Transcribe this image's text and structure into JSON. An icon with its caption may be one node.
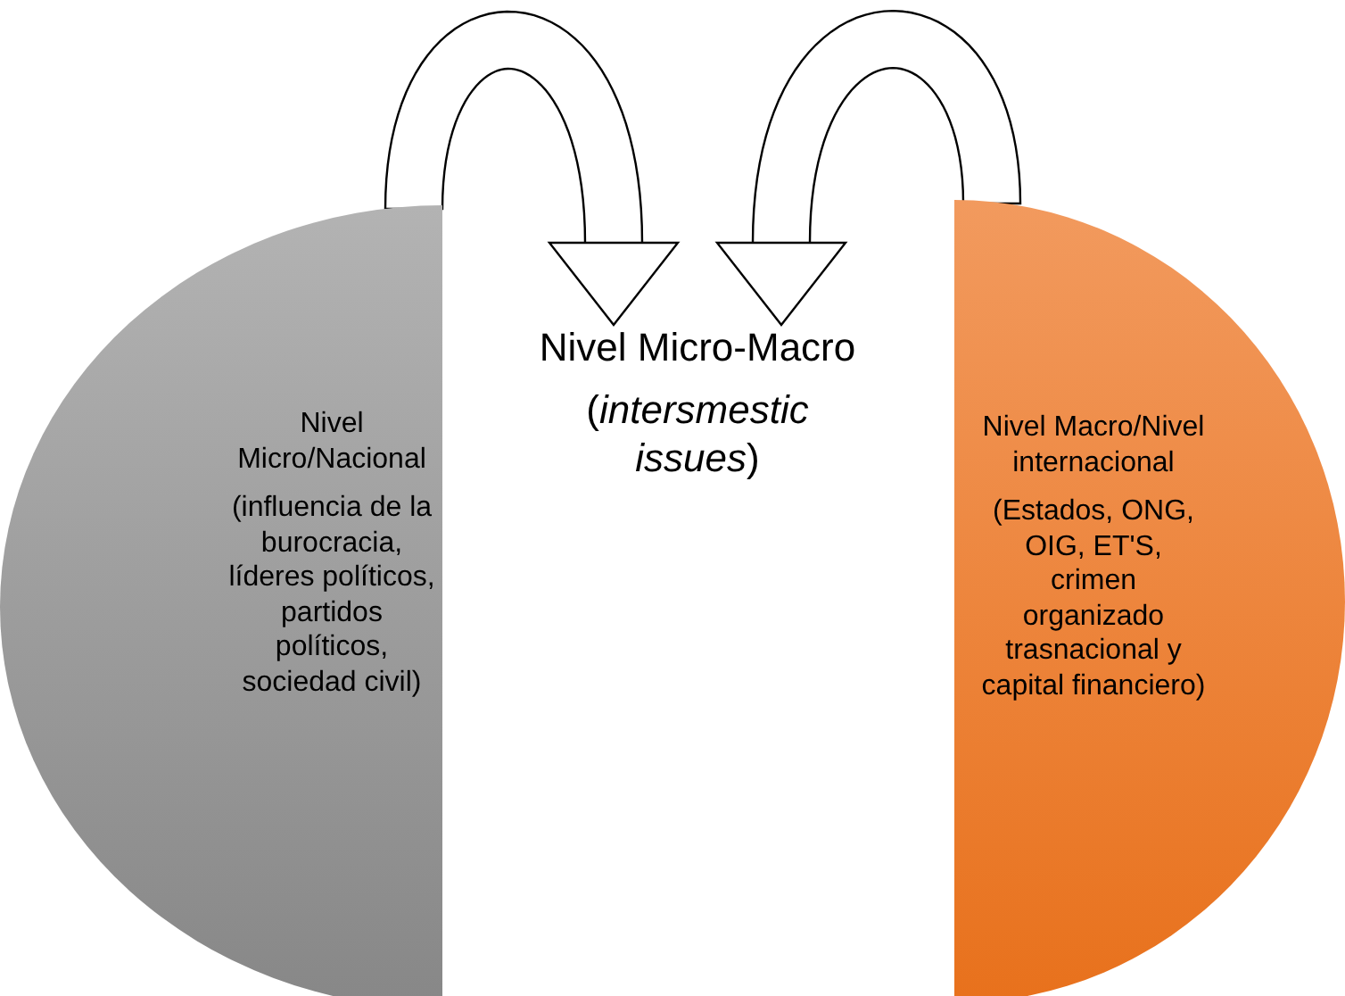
{
  "diagram": {
    "nodes": [
      {
        "text": [
          "Nivel Micro/Nacional",
          "(influencia de la burocracia, líderes políticos, partidos políticos, sociedad civil)"
        ]
      },
      {
        "text": [
          "Nivel Micro-Macro",
          "(*intersmestic issues*)"
        ]
      },
      {
        "text": [
          "Nivel Macro/Nivel internacional",
          "(Estados, ONG, OIG, ET'S, crimen organizado trasnacional y capital financiero)"
        ]
      }
    ],
    "edges": [
      {
        "from": 0,
        "to": 1,
        "arrow": "to"
      },
      {
        "from": 2,
        "to": 1,
        "arrow": "to"
      }
    ]
  }
}
